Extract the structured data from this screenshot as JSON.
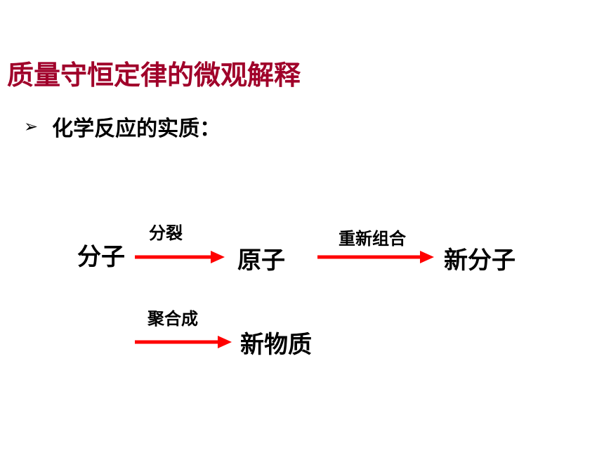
{
  "title": "质量守恒定律的微观解释",
  "bullet": {
    "marker": "➢",
    "text": "化学反应的实质："
  },
  "diagram": {
    "nodes": {
      "molecule": "分子",
      "atom": "原子",
      "new_molecule": "新分子",
      "new_substance": "新物质"
    },
    "arrows": {
      "split": "分裂",
      "recombine": "重新组合",
      "aggregate": "聚合成"
    },
    "arrow_color": "#ff0000"
  }
}
